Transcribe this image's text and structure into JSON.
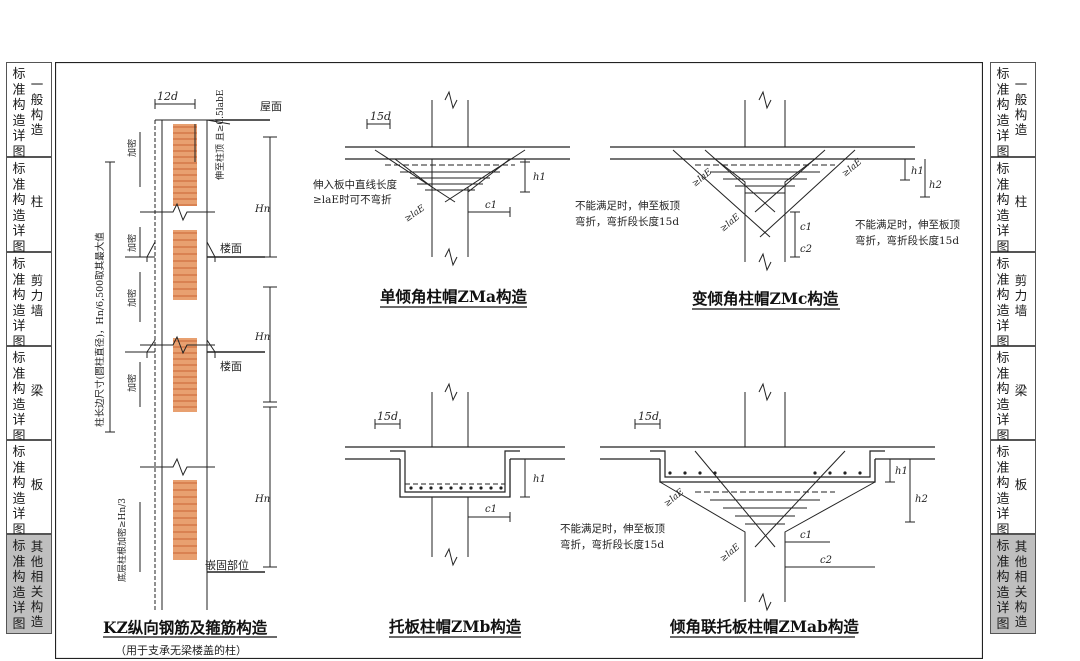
{
  "left_tabs": [
    {
      "label": "标准构造详图",
      "sub": "一般构造"
    },
    {
      "label": "标准构造详图",
      "sub": "柱"
    },
    {
      "label": "标准构造详图",
      "sub": "剪力墙"
    },
    {
      "label": "标准构造详图",
      "sub": "梁"
    },
    {
      "label": "标准构造详图",
      "sub": "板"
    },
    {
      "label": "标准构造详图",
      "sub": "其他相关构造"
    }
  ],
  "right_tabs": [
    {
      "label": "标准构造详图",
      "sub": "一般构造"
    },
    {
      "label": "标准构造详图",
      "sub": "柱"
    },
    {
      "label": "标准构造详图",
      "sub": "剪力墙"
    },
    {
      "label": "标准构造详图",
      "sub": "梁"
    },
    {
      "label": "标准构造详图",
      "sub": "板"
    },
    {
      "label": "标准构造详图",
      "sub": "其他相关构造"
    }
  ],
  "active_tab_index": 5,
  "accent_colors": {
    "rebar_fill": "#e8a070",
    "tab_active": "#bfbfbf",
    "line": "#222222"
  },
  "kz": {
    "title": "KZ纵向钢筋及箍筋构造",
    "subtitle": "（用于支承无梁楼盖的柱）",
    "dim_12d": "12d",
    "label_wumian": "屋面",
    "label_loumian_1": "楼面",
    "label_loumian_2": "楼面",
    "label_qiangu": "嵌固部位",
    "label_jiami": "加密",
    "label_hn": "Hn",
    "label_vertical_long": "柱长边尺寸(圆柱直径)，Hn/6,500取其最大值",
    "label_bottom": "底层柱根加密",
    "label_bottom_val": "≥Hn/3",
    "label_top": "伸至柱顶",
    "label_top_val": "且≥0.5labE"
  },
  "zma": {
    "title": "单倾角柱帽ZMa构造",
    "dim_15d": "15d",
    "note_line1": "伸入板中直线长度",
    "note_line2": "≥laE时可不弯折",
    "label_h1": "h1",
    "label_c1": "c1",
    "label_lae": "≥laE"
  },
  "zmc": {
    "title": "变倾角柱帽ZMc构造",
    "note_left_1": "不能满足时，伸至板顶",
    "note_left_2": "弯折，弯折段长度15d",
    "note_right_1": "不能满足时，伸至板顶",
    "note_right_2": "弯折，弯折段长度15d",
    "label_h1": "h1",
    "label_h2": "h2",
    "label_c1": "c1",
    "label_c2": "c2",
    "label_lae": "≥laE"
  },
  "zmb": {
    "title": "托板柱帽ZMb构造",
    "dim_15d": "15d",
    "label_h1": "h1",
    "label_c1": "c1"
  },
  "zmab": {
    "title": "倾角联托板柱帽ZMab构造",
    "dim_15d": "15d",
    "note_1": "不能满足时，伸至板顶",
    "note_2": "弯折，弯折段长度15d",
    "label_h1": "h1",
    "label_h2": "h2",
    "label_c1": "c1",
    "label_c2": "c2",
    "label_lae": "≥laE"
  }
}
